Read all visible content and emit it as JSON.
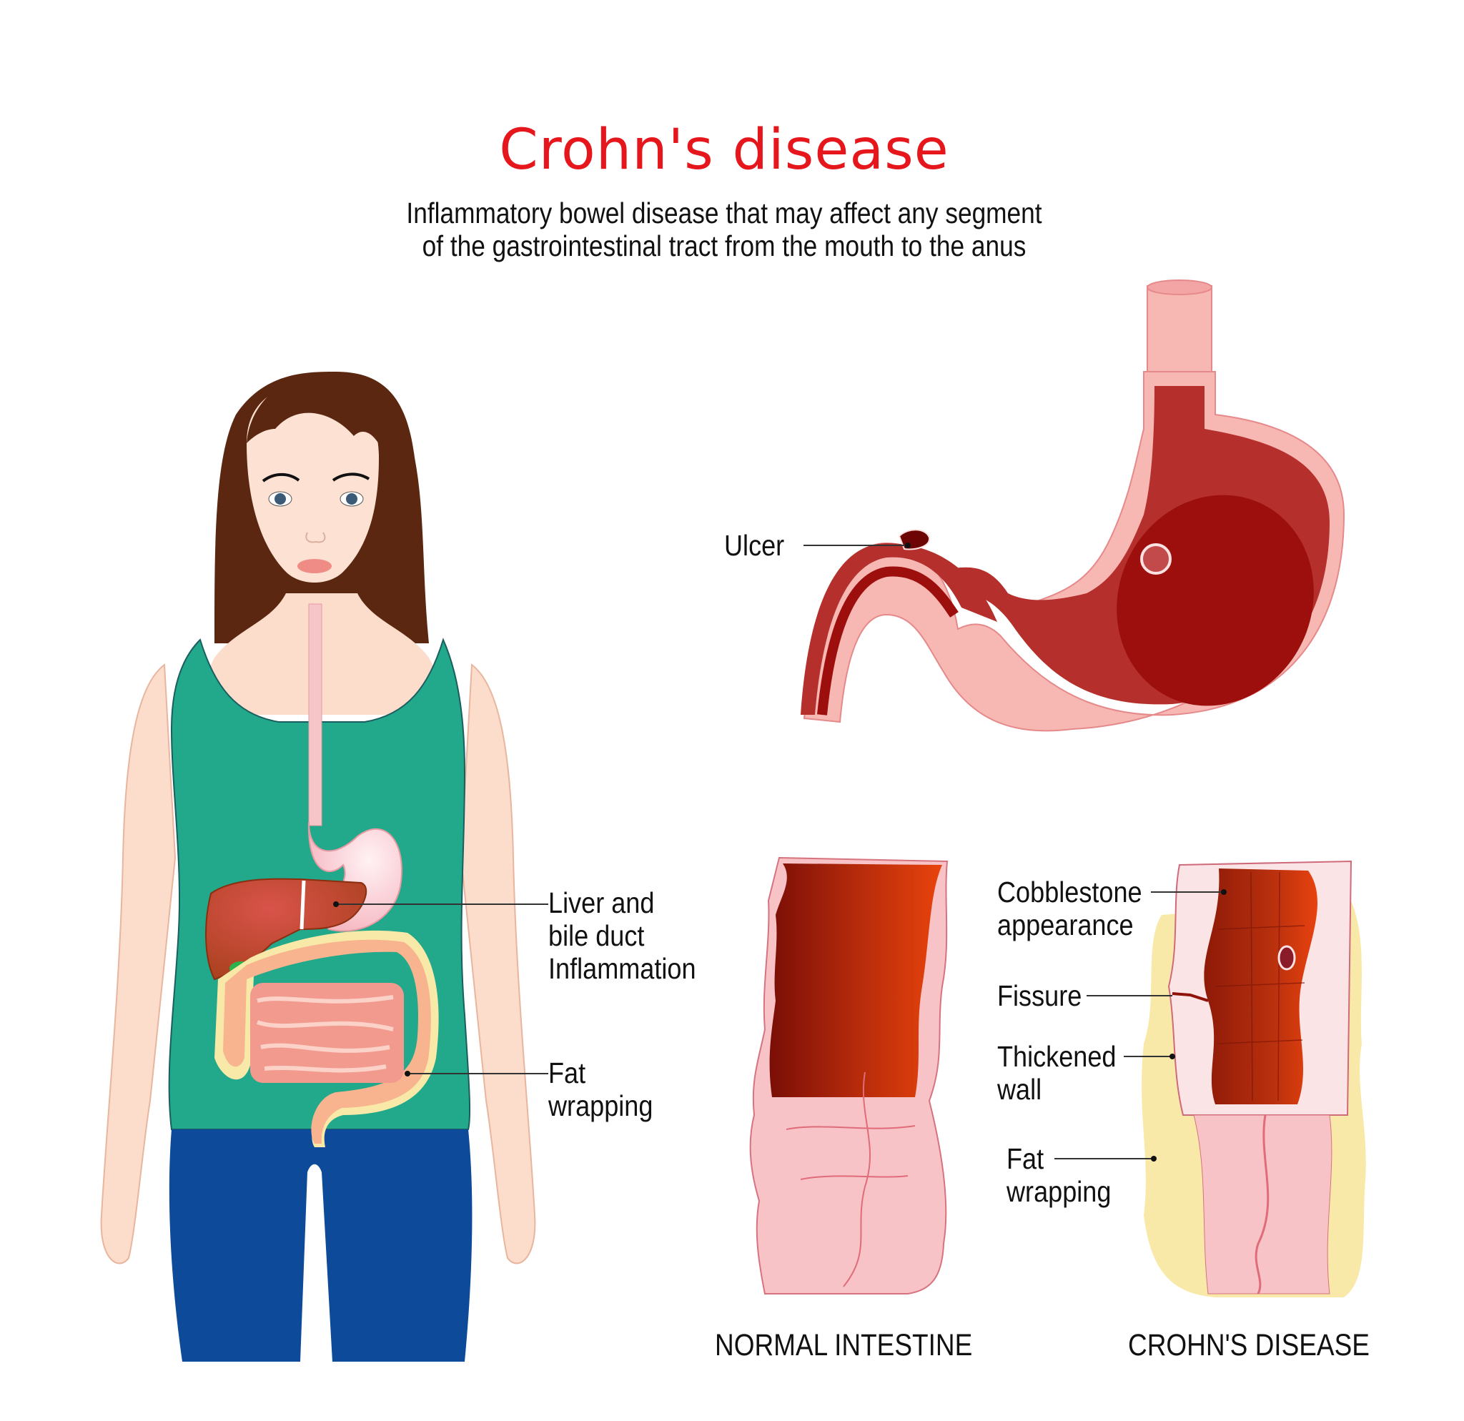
{
  "header": {
    "title": "Crohn's disease",
    "subtitle_line1": "Inflammatory bowel disease that may affect any segment",
    "subtitle_line2": "of the gastrointestinal tract from the mouth to the anus"
  },
  "body_figure": {
    "labels": [
      {
        "lines": [
          "Liver and",
          "bile duct",
          "Inflammation"
        ]
      },
      {
        "lines": [
          "Fat",
          "wrapping"
        ]
      }
    ]
  },
  "stomach": {
    "labels": [
      {
        "text": "Ulcer"
      }
    ]
  },
  "intestines": {
    "normal_caption": "NORMAL INTESTINE",
    "crohns_caption": "CROHN'S DISEASE",
    "crohns_labels": [
      {
        "lines": [
          "Cobblestone",
          "appearance"
        ]
      },
      {
        "lines": [
          "Fissure"
        ]
      },
      {
        "lines": [
          "Thickened",
          "wall"
        ]
      },
      {
        "lines": [
          "Fat",
          "wrapping"
        ]
      }
    ]
  },
  "colors": {
    "title_red": "#e5171c",
    "shirt_green": "#22a88a",
    "jeans_blue": "#0d4b9a",
    "hair_brown": "#5b2710",
    "skin": "#fcdccb",
    "stomach_red": "#b5302c",
    "stomach_dark": "#9c0f0c",
    "mucosa_pink": "#f7b7b3",
    "fat_yellow": "#f9e9a8"
  }
}
